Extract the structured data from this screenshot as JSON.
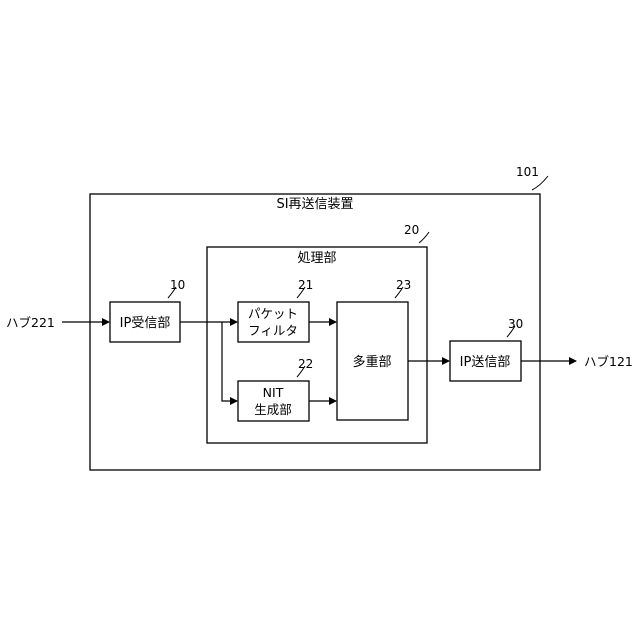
{
  "diagram": {
    "outer_box": {
      "title": "SI再送信装置",
      "ref": "101"
    },
    "processing_box": {
      "title": "処理部",
      "ref": "20"
    },
    "blocks": {
      "ip_receiver": {
        "label": "IP受信部",
        "ref": "10"
      },
      "packet_filter": {
        "line1": "パケット",
        "line2": "フィルタ",
        "ref": "21"
      },
      "nit_generator": {
        "line1": "NIT",
        "line2": "生成部",
        "ref": "22"
      },
      "multiplexer": {
        "label": "多重部",
        "ref": "23"
      },
      "ip_sender": {
        "label": "IP送信部",
        "ref": "30"
      }
    },
    "input_hub": "ハブ221",
    "output_hub": "ハブ121",
    "colors": {
      "line": "#000000",
      "background": "#ffffff"
    }
  }
}
